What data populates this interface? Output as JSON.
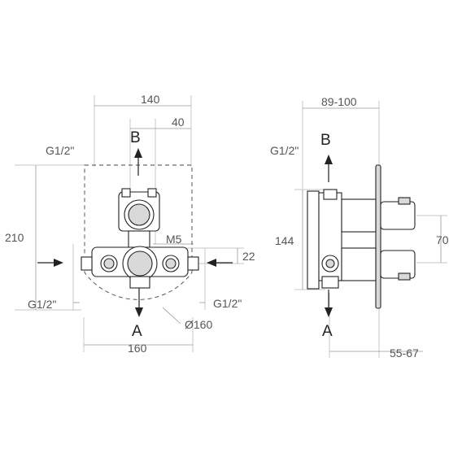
{
  "front_view": {
    "width_top": "140",
    "offset_b": "40",
    "height": "210",
    "thread_m": "M5",
    "offset_side": "22",
    "width_bottom": "160",
    "diameter": "Ø160",
    "thread_top": "G1/2\"",
    "thread_left": "G1/2\"",
    "thread_right": "G1/2\"",
    "port_out_top": "B",
    "port_out_bottom": "A"
  },
  "side_view": {
    "depth_range_top": "89-100",
    "depth_range_bottom": "55-67",
    "height_body": "144",
    "spacing_handles": "70",
    "thread_top": "G1/2\"",
    "port_out_top": "B",
    "port_out_bottom": "A"
  }
}
